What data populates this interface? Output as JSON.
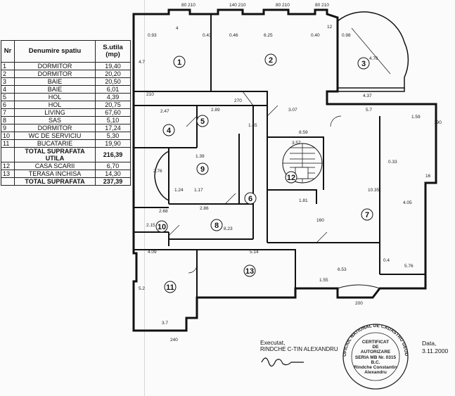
{
  "table": {
    "headers": {
      "nr": "Nr",
      "name": "Denumire spatiu",
      "area": "S.utila (mp)"
    },
    "rows": [
      {
        "nr": "1",
        "name": "DORMITOR",
        "area": "19,40"
      },
      {
        "nr": "2",
        "name": "DORMITOR",
        "area": "20,20"
      },
      {
        "nr": "3",
        "name": "BAIE",
        "area": "20,50"
      },
      {
        "nr": "4",
        "name": "BAIE",
        "area": "6,01"
      },
      {
        "nr": "5",
        "name": "HOL",
        "area": "4,39"
      },
      {
        "nr": "6",
        "name": "HOL",
        "area": "20,75"
      },
      {
        "nr": "7",
        "name": "LIVING",
        "area": "67,60"
      },
      {
        "nr": "8",
        "name": "SAS",
        "area": "5,10"
      },
      {
        "nr": "9",
        "name": "DORMITOR",
        "area": "17,24"
      },
      {
        "nr": "10",
        "name": "WC DE SERVICIU",
        "area": "5,30"
      },
      {
        "nr": "11",
        "name": "BUCATARIE",
        "area": "19,90"
      }
    ],
    "total_useful": {
      "label": "TOTAL SUPRAFATA UTILA",
      "area": "216,39"
    },
    "extra_rows": [
      {
        "nr": "12",
        "name": "CASA SCARII",
        "area": "6,70"
      },
      {
        "nr": "13",
        "name": "TERASA INCHISA",
        "area": "14,30"
      }
    ],
    "total": {
      "label": "TOTAL SUPRAFATA",
      "area": "237,39"
    }
  },
  "plan": {
    "room_numbers": [
      "1",
      "2",
      "3",
      "4",
      "5",
      "6",
      "7",
      "8",
      "9",
      "10",
      "11",
      "12",
      "13"
    ],
    "dimensions": {
      "top_a": "80 210",
      "top_b": "140 210",
      "top_c": "80 210",
      "top_d": "80 210",
      "d093": "0.93",
      "d4": "4",
      "d043": "0.43",
      "d046": "0.46",
      "d625": "6.25",
      "d040": "0.40",
      "d12": "12",
      "d098": "0.98",
      "d476": "4.76",
      "d437": "4.37",
      "d47": "4.7",
      "d247": "2.47",
      "d289": "2.89",
      "d307": "3.07",
      "d57": "5.7",
      "d145": "1.45",
      "d139": "1.39",
      "d124": "1.24",
      "d117": "1.17",
      "d823": "8.23",
      "d514": "5.14",
      "d409": "4.09",
      "d52": "5.2",
      "d37": "3.7",
      "d1035": "10.35",
      "d405": "4.05",
      "d181": "1.81",
      "d268": "2.68",
      "d215": "2.15",
      "d286": "2.86",
      "d276": "2.76",
      "d357": "3.57",
      "d859": "8.59",
      "d159": "1.59",
      "d033": "0.33",
      "d04": "0.4",
      "d576": "5.76",
      "d653": "6.53",
      "d16": "16",
      "d155": "1.55",
      "d160": "160",
      "d210": "210",
      "d270": "270",
      "d190": "190",
      "d200": "200",
      "d240": "240"
    }
  },
  "footer": {
    "executed_label": "Executat,",
    "executed_name": "RINDCHE C-TIN ALEXANDRU",
    "date_label": "Data,",
    "date_value": "3.11.2000",
    "stamp_title": "CERTIFICAT",
    "stamp_de": "DE",
    "stamp_autorizare": "AUTORIZARE",
    "stamp_serie": "SERIA MB Nr. 0315",
    "stamp_bc": "B.C.",
    "stamp_name1": "Rindche Constantin",
    "stamp_name2": "Alexandru",
    "stamp_ring": "OFICIUL NATIONAL DE CADASTRU GEODEZIE SI CARTOGRAFIE"
  }
}
